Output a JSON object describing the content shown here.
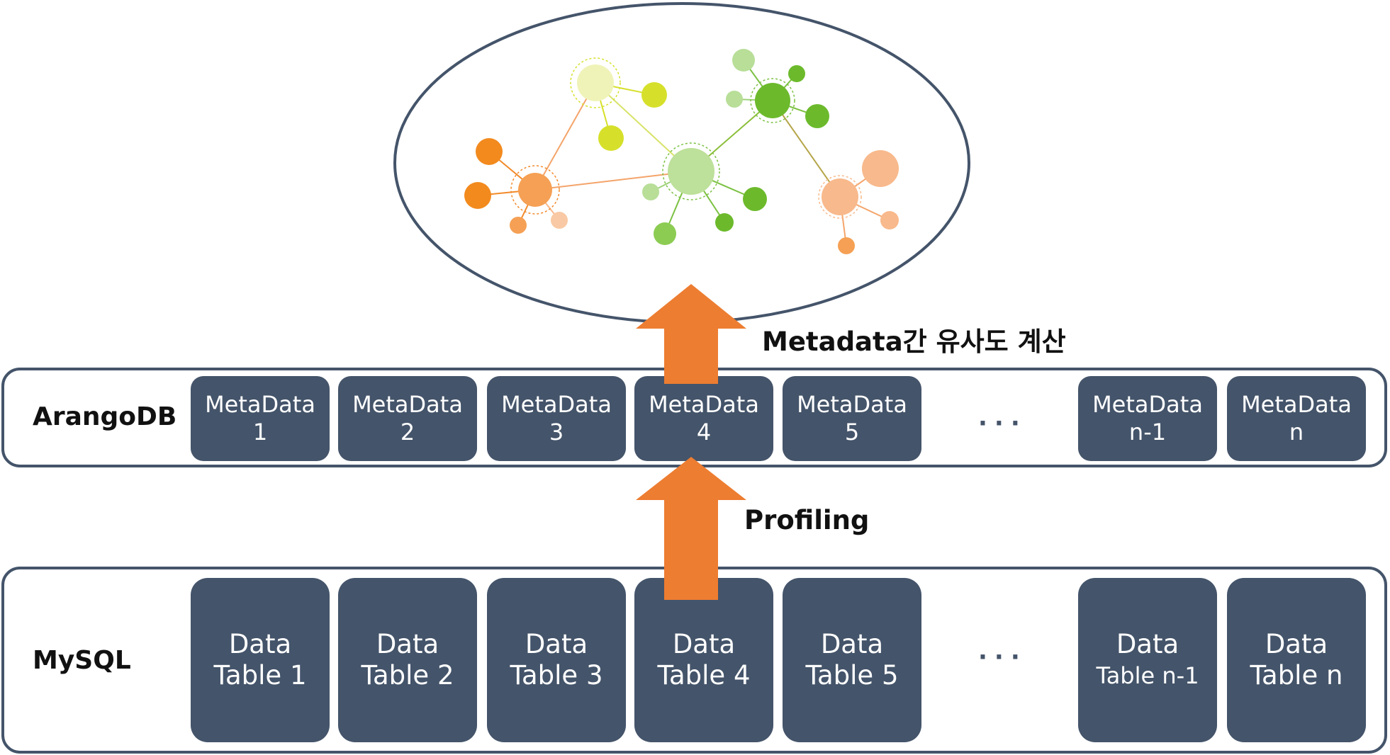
{
  "similarity_label": "Metadata간 유사도 계산",
  "profiling_label": "Profiling",
  "arangodb": {
    "label": "ArangoDB",
    "items": [
      {
        "line1": "MetaData",
        "line2": "1"
      },
      {
        "line1": "MetaData",
        "line2": "2"
      },
      {
        "line1": "MetaData",
        "line2": "3"
      },
      {
        "line1": "MetaData",
        "line2": "4"
      },
      {
        "line1": "MetaData",
        "line2": "5"
      },
      {
        "line1": "MetaData",
        "line2": "n-1"
      },
      {
        "line1": "MetaData",
        "line2": "n"
      }
    ],
    "ellipsis": "···"
  },
  "mysql": {
    "label": "MySQL",
    "items": [
      {
        "line1": "Data",
        "line2": "Table 1"
      },
      {
        "line1": "Data",
        "line2": "Table 2"
      },
      {
        "line1": "Data",
        "line2": "Table 3"
      },
      {
        "line1": "Data",
        "line2": "Table 4"
      },
      {
        "line1": "Data",
        "line2": "Table 5"
      },
      {
        "line1": "Data",
        "line2": "Table n-1"
      },
      {
        "line1": "Data",
        "line2": "Table n"
      }
    ],
    "ellipsis": "···"
  },
  "colors": {
    "box_fill": "#44546a",
    "arrow": "#ed7d31",
    "orange_nodes": "#f28a2a",
    "green_nodes": "#7cc142",
    "yellow_nodes": "#d6e02a"
  }
}
